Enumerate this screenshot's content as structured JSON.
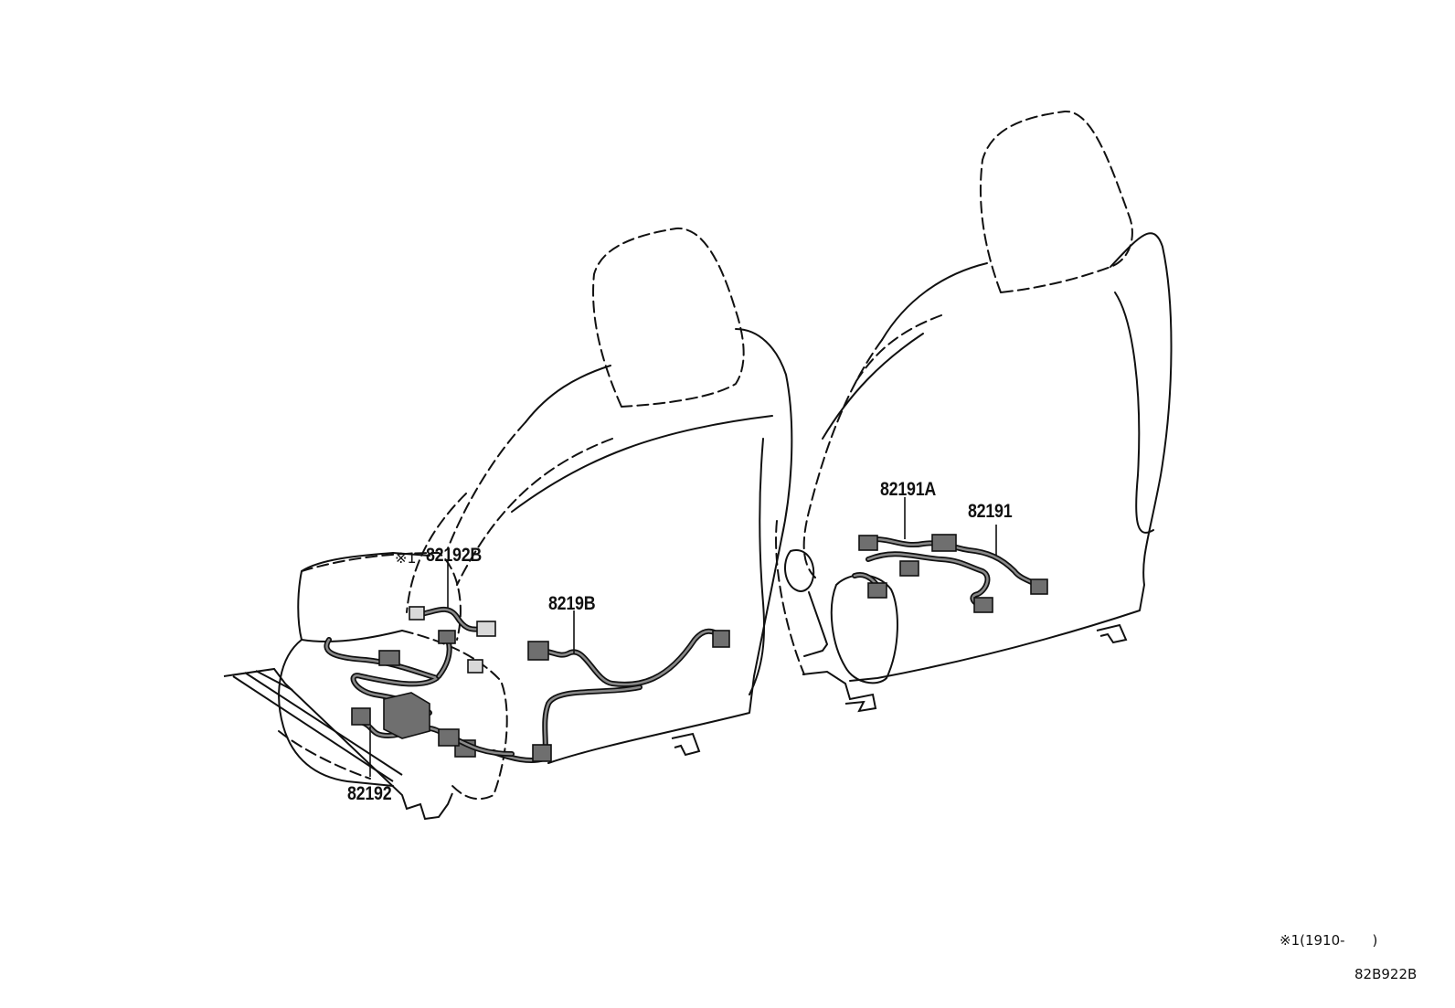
{
  "diagram": {
    "labels": {
      "p82192B": "82192B",
      "p8219B": "8219B",
      "p82192": "82192",
      "p82191A": "82191A",
      "p82191": "82191"
    },
    "note_marker": "※1",
    "footnote": "※1(1910-　　)",
    "figure_code": "82B922B"
  }
}
